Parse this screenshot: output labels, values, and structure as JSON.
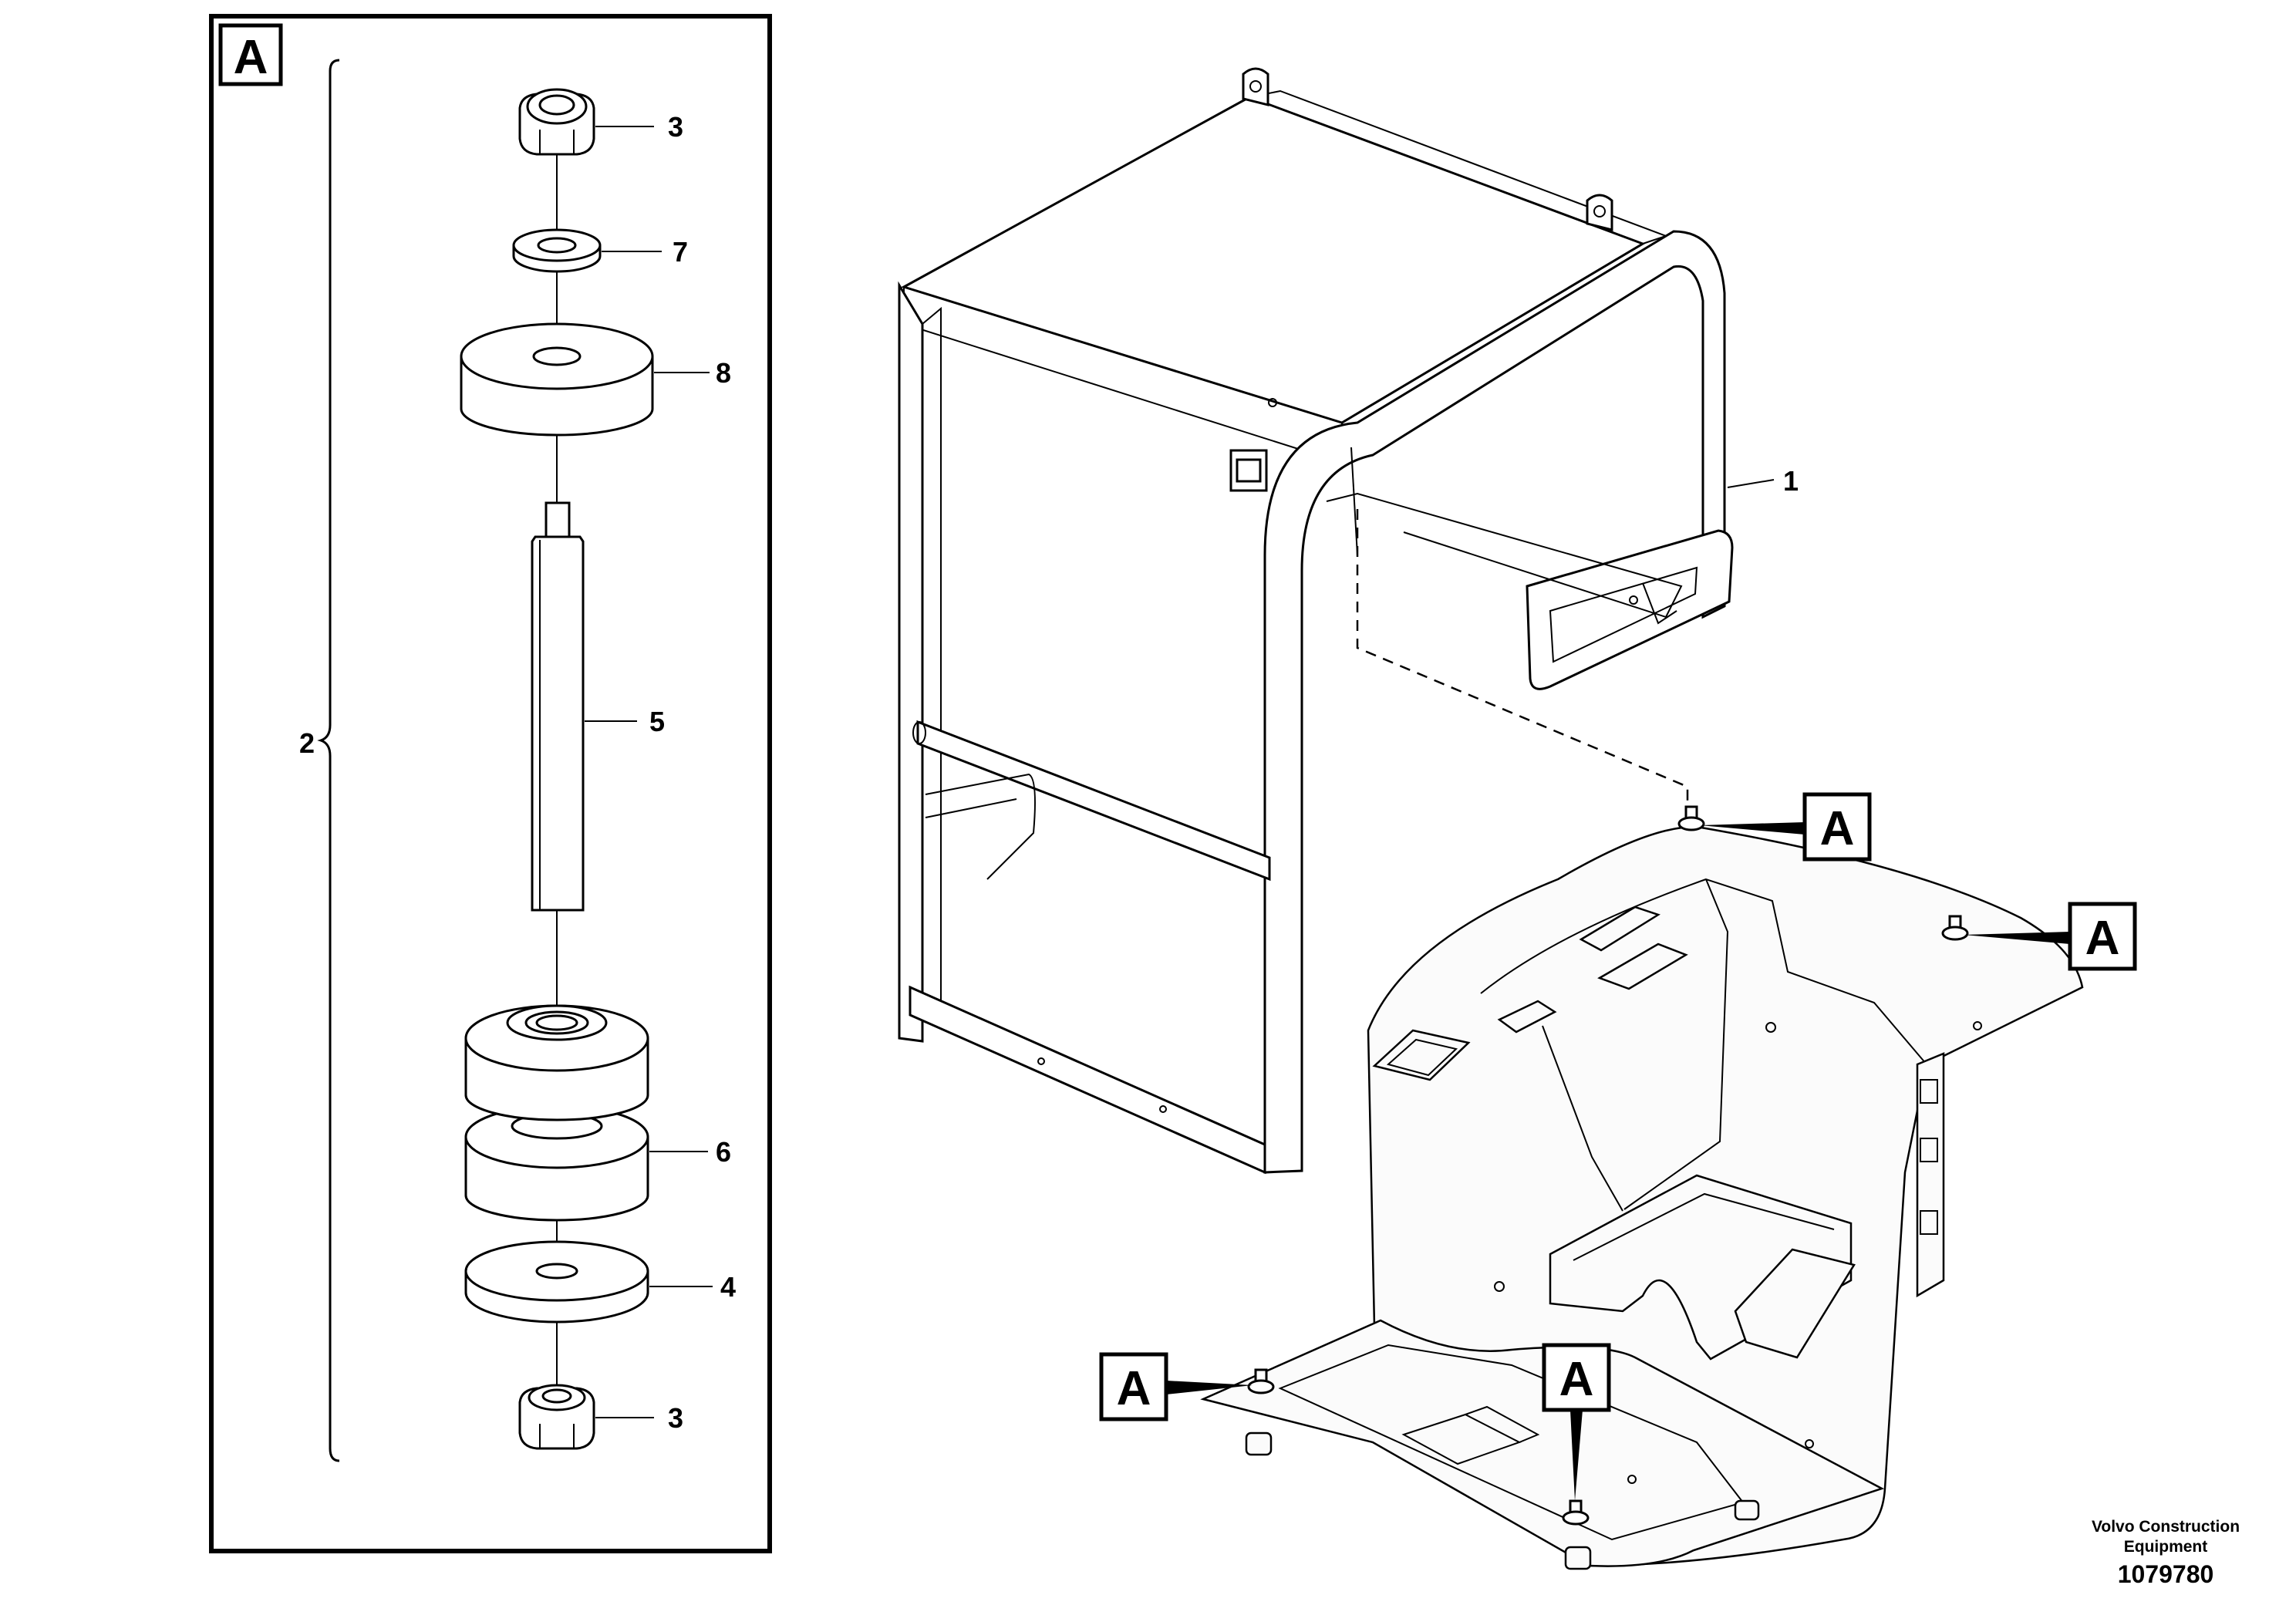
{
  "detail_panel": {
    "tag": "A",
    "callouts": {
      "nut_top": "3",
      "washer_small": "7",
      "damper_top": "8",
      "bolt": "5",
      "damper_pair": "6",
      "washer_large": "4",
      "nut_bottom": "3",
      "assembly": "2"
    }
  },
  "main_view": {
    "cab_frame_callout": "1",
    "mount_tags": [
      "A",
      "A",
      "A",
      "A"
    ]
  },
  "footer": {
    "company_line1": "Volvo Construction",
    "company_line2": "Equipment",
    "drawing_number": "1079780"
  }
}
